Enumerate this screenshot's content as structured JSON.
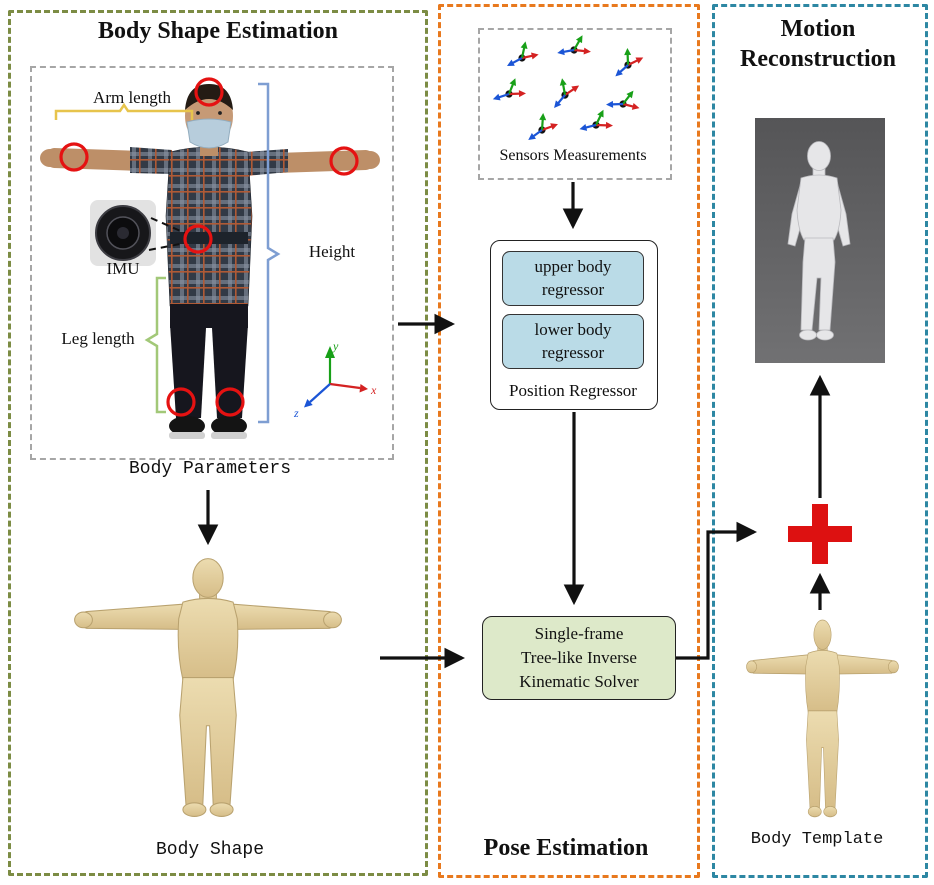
{
  "left_panel": {
    "title": "Body Shape Estimation",
    "border_color": "#7c8c44",
    "photo_annotations": {
      "arm_length": "Arm length",
      "height": "Height",
      "imu": "IMU",
      "leg_length": "Leg length"
    },
    "axes": {
      "x": "x",
      "y": "y",
      "z": "z"
    },
    "body_parameters_label": "Body Parameters",
    "body_shape_label": "Body Shape"
  },
  "middle_panel": {
    "title": "Pose Estimation",
    "border_color": "#e8791e",
    "sensors_label": "Sensors Measurements",
    "regressor": {
      "upper": "upper body regressor",
      "lower": "lower body regressor",
      "caption": "Position Regressor",
      "box_color": "#badbe7"
    },
    "solver": {
      "line1": "Single-frame",
      "line2": "Tree-like Inverse",
      "line3": "Kinematic Solver",
      "box_color": "#dde9c9"
    }
  },
  "right_panel": {
    "title": "Motion Reconstruction",
    "border_color": "#2d87a3",
    "plus_color": "#dd1111",
    "body_template_label": "Body Template"
  }
}
